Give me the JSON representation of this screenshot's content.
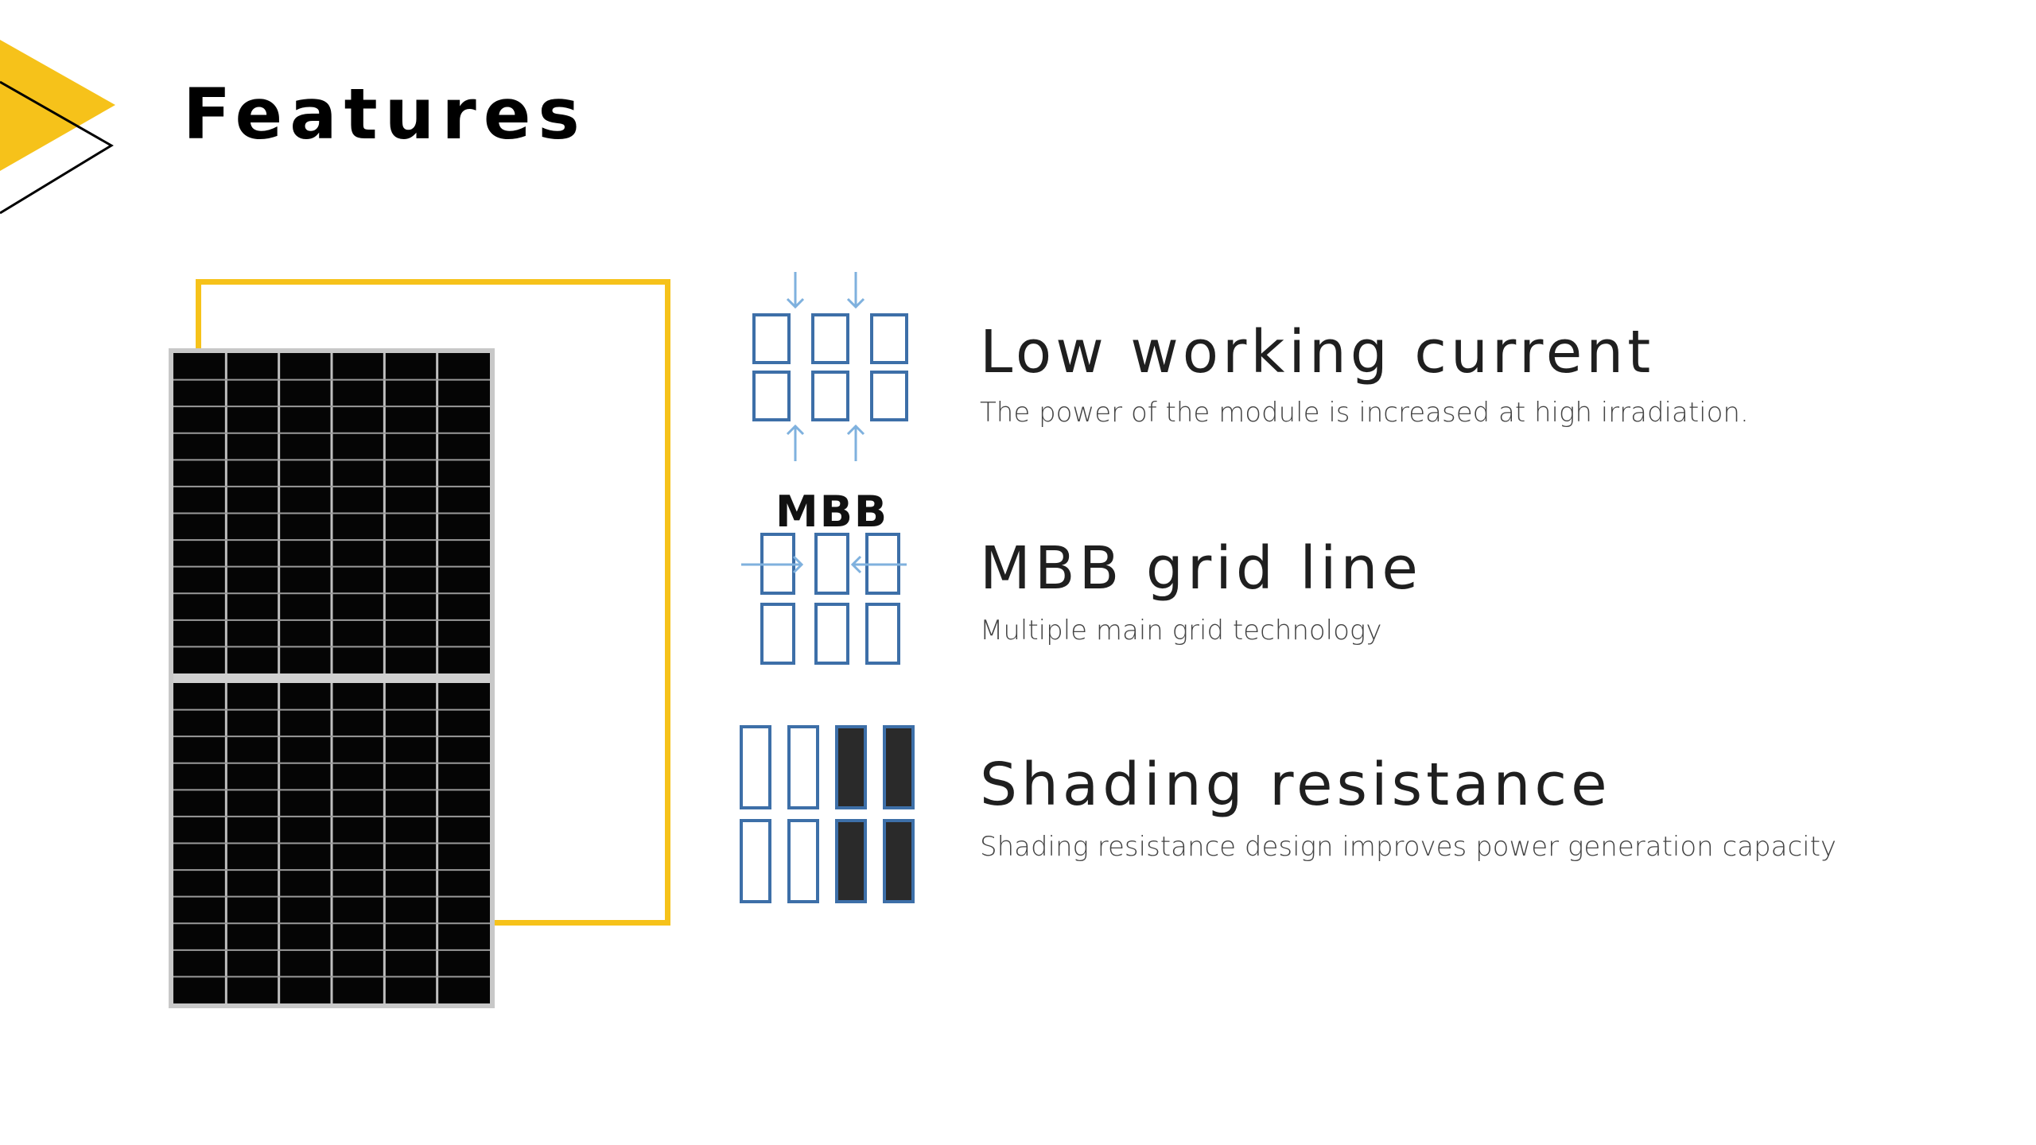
{
  "slide": {
    "title": "Features"
  },
  "colors": {
    "accent": "#f6c21a",
    "icon_blue": "#3d6fa8",
    "icon_arrow": "#7fb1de",
    "panel_dark": "#050505",
    "text_dark": "#1f1f1f",
    "text_gray": "#444444"
  },
  "features": [
    {
      "icon": "low-current-cells-icon",
      "title": "Low working current",
      "description": "The power of the module is increased at high irradiation."
    },
    {
      "icon": "mbb-grid-icon",
      "icon_label": "MBB",
      "title": "MBB grid line",
      "description": "Multiple main grid technology"
    },
    {
      "icon": "shading-cells-icon",
      "title": "Shading resistance",
      "description": "Shading resistance design improves power generation capacity"
    }
  ]
}
